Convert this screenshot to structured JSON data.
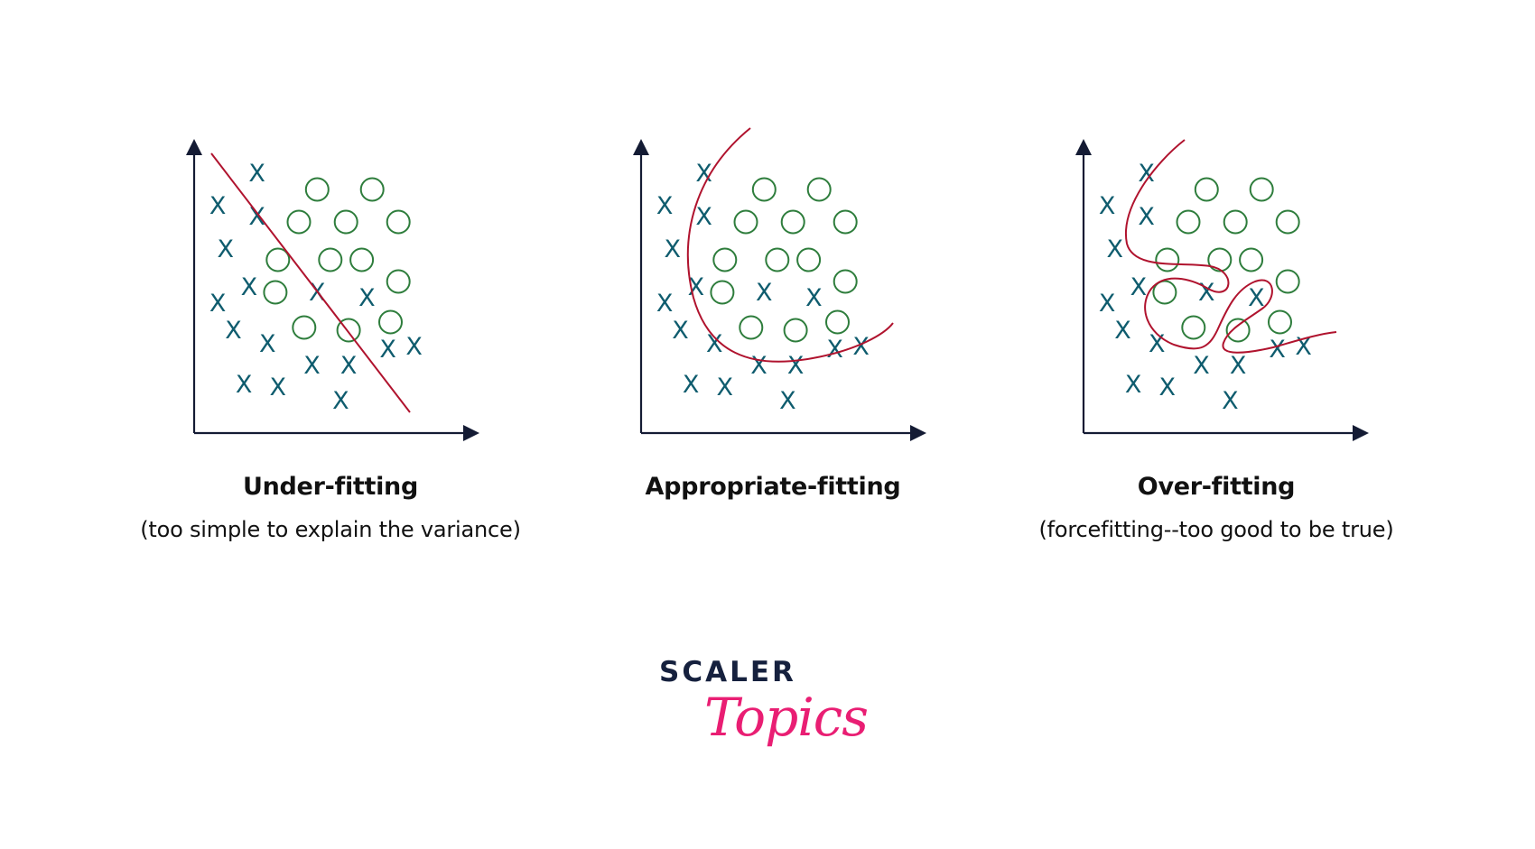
{
  "colors": {
    "axis": "#141b34",
    "cross": "#0f5c6e",
    "circle": "#2e7d3c",
    "fit": "#b0132e",
    "logo_dark": "#16213e",
    "logo_pink": "#e91e73"
  },
  "panels": [
    {
      "id": "under",
      "title": "Under-fitting",
      "subtitle": "(too simple to explain the variance)",
      "fit": "line"
    },
    {
      "id": "appropriate",
      "title": "Appropriate-fitting",
      "subtitle": "",
      "fit": "curve"
    },
    {
      "id": "over",
      "title": "Over-fitting",
      "subtitle": "(forcefitting--too good to be true)",
      "fit": "squiggle"
    }
  ],
  "points": {
    "cross_marker": "X",
    "crosses": [
      [
        0.24,
        0.96
      ],
      [
        0.09,
        0.84
      ],
      [
        0.24,
        0.8
      ],
      [
        0.12,
        0.68
      ],
      [
        0.21,
        0.54
      ],
      [
        0.09,
        0.48
      ],
      [
        0.47,
        0.52
      ],
      [
        0.66,
        0.5
      ],
      [
        0.15,
        0.38
      ],
      [
        0.28,
        0.33
      ],
      [
        0.45,
        0.25
      ],
      [
        0.59,
        0.25
      ],
      [
        0.74,
        0.31
      ],
      [
        0.84,
        0.32
      ],
      [
        0.19,
        0.18
      ],
      [
        0.32,
        0.17
      ],
      [
        0.56,
        0.12
      ]
    ],
    "circles": [
      [
        0.47,
        0.9
      ],
      [
        0.68,
        0.9
      ],
      [
        0.4,
        0.78
      ],
      [
        0.58,
        0.78
      ],
      [
        0.78,
        0.78
      ],
      [
        0.32,
        0.64
      ],
      [
        0.52,
        0.64
      ],
      [
        0.64,
        0.64
      ],
      [
        0.78,
        0.56
      ],
      [
        0.31,
        0.52
      ],
      [
        0.42,
        0.39
      ],
      [
        0.59,
        0.38
      ],
      [
        0.75,
        0.41
      ]
    ]
  },
  "logo": {
    "brand": "SCALER",
    "script": "Topics"
  }
}
